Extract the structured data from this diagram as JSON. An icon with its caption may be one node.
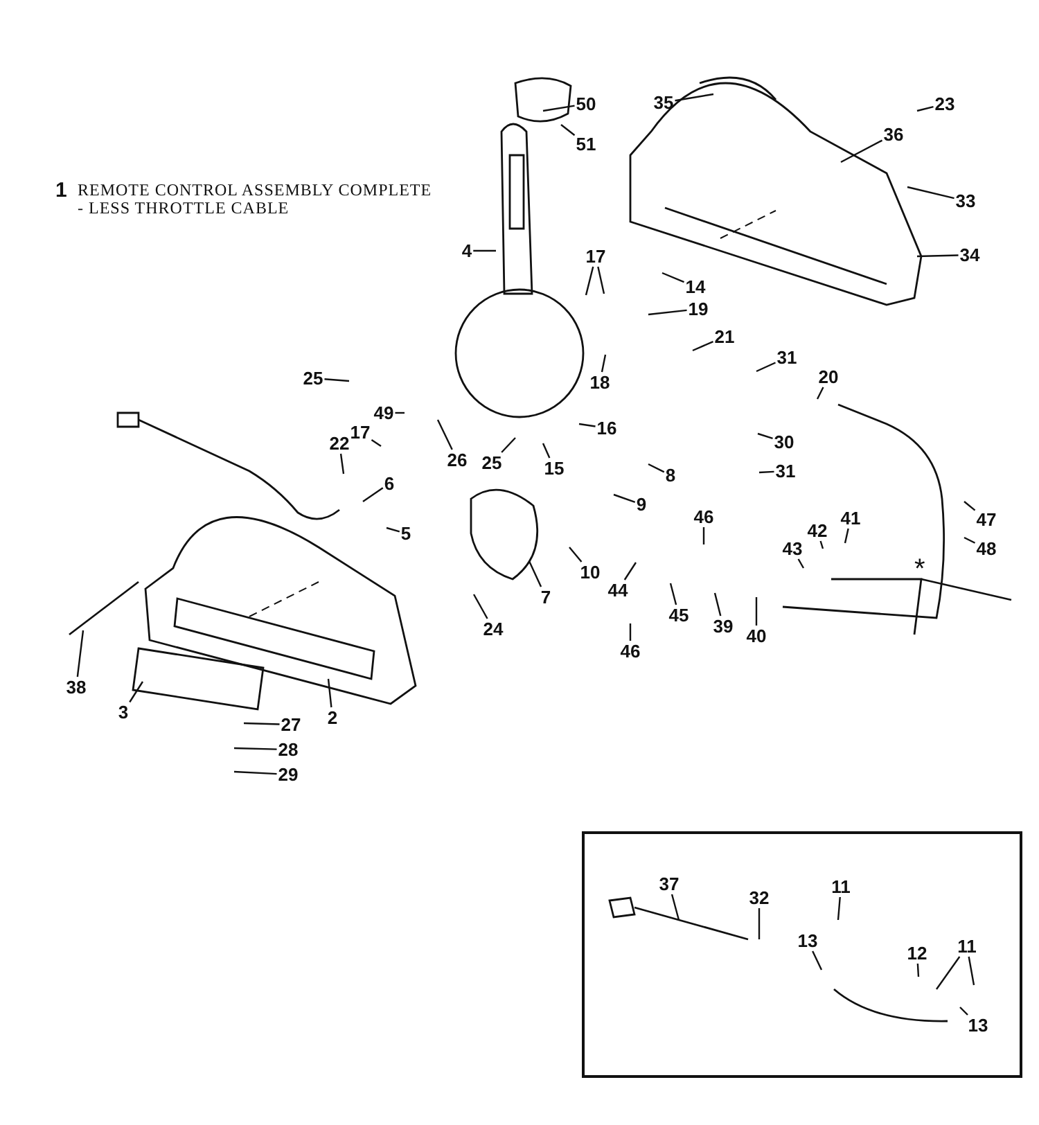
{
  "diagram": {
    "nodes": [
      {
        "text": [
          "50"
        ]
      },
      {
        "text": [
          "51"
        ]
      },
      {
        "text": [
          "35"
        ]
      },
      {
        "text": [
          "23"
        ]
      },
      {
        "text": [
          "36"
        ]
      },
      {
        "text": [
          "33"
        ]
      },
      {
        "text": [
          "34"
        ]
      },
      {
        "text": [
          "4"
        ]
      },
      {
        "text": [
          "17"
        ]
      },
      {
        "text": [
          "14"
        ]
      },
      {
        "text": [
          "19"
        ]
      },
      {
        "text": [
          "21"
        ]
      },
      {
        "text": [
          "18"
        ]
      },
      {
        "text": [
          "25"
        ]
      },
      {
        "text": [
          "49"
        ]
      },
      {
        "text": [
          "17"
        ]
      },
      {
        "text": [
          "26"
        ]
      },
      {
        "text": [
          "25"
        ]
      },
      {
        "text": [
          "16"
        ]
      },
      {
        "text": [
          "15"
        ]
      },
      {
        "text": [
          "8"
        ]
      },
      {
        "text": [
          "22"
        ]
      },
      {
        "text": [
          "6"
        ]
      },
      {
        "text": [
          "5"
        ]
      },
      {
        "text": [
          "9"
        ]
      },
      {
        "text": [
          "31"
        ]
      },
      {
        "text": [
          "20"
        ]
      },
      {
        "text": [
          "30"
        ]
      },
      {
        "text": [
          "31"
        ]
      },
      {
        "text": [
          "47"
        ]
      },
      {
        "text": [
          "48"
        ]
      },
      {
        "text": [
          "46"
        ]
      },
      {
        "text": [
          "41"
        ]
      },
      {
        "text": [
          "42"
        ]
      },
      {
        "text": [
          "43"
        ]
      },
      {
        "text": [
          "10"
        ]
      },
      {
        "text": [
          "7"
        ]
      },
      {
        "text": [
          "44"
        ]
      },
      {
        "text": [
          "46"
        ]
      },
      {
        "text": [
          "45"
        ]
      },
      {
        "text": [
          "39"
        ]
      },
      {
        "text": [
          "40"
        ]
      },
      {
        "text": [
          "24"
        ]
      },
      {
        "text": [
          "38"
        ]
      },
      {
        "text": [
          "3"
        ]
      },
      {
        "text": [
          "2"
        ]
      },
      {
        "text": [
          "27"
        ]
      },
      {
        "text": [
          "28"
        ]
      },
      {
        "text": [
          "29"
        ]
      },
      {
        "text": [],
        "shape": "box"
      },
      {
        "text": [
          "37"
        ],
        "in": 49
      },
      {
        "text": [
          "32"
        ],
        "in": 49
      },
      {
        "text": [
          "13"
        ],
        "in": 49
      },
      {
        "text": [
          "11"
        ],
        "in": 49
      },
      {
        "text": [
          "12"
        ],
        "in": 49
      },
      {
        "text": [
          "11"
        ],
        "in": 49
      },
      {
        "text": [
          "13"
        ],
        "in": 49
      }
    ],
    "edges": [
      {
        "from": 0,
        "to": null,
        "arrow": "none"
      },
      {
        "from": 1,
        "to": null,
        "arrow": "none"
      },
      {
        "from": 2,
        "to": null,
        "arrow": "none"
      },
      {
        "from": 3,
        "to": null,
        "arrow": "none"
      },
      {
        "from": 4,
        "to": null,
        "arrow": "none"
      },
      {
        "from": 5,
        "to": null,
        "arrow": "none"
      },
      {
        "from": 6,
        "to": null,
        "arrow": "none"
      },
      {
        "from": 7,
        "to": null,
        "arrow": "none"
      },
      {
        "from": 8,
        "to": null,
        "arrow": "none"
      },
      {
        "from": 8,
        "to": null,
        "arrow": "none"
      },
      {
        "from": 9,
        "to": null,
        "arrow": "none"
      },
      {
        "from": 10,
        "to": null,
        "arrow": "none"
      },
      {
        "from": 11,
        "to": null,
        "arrow": "none"
      },
      {
        "from": 12,
        "to": null,
        "arrow": "none"
      },
      {
        "from": 13,
        "to": null,
        "arrow": "none"
      },
      {
        "from": 14,
        "to": null,
        "arrow": "none"
      },
      {
        "from": 15,
        "to": null,
        "arrow": "none"
      },
      {
        "from": 16,
        "to": null,
        "arrow": "none"
      },
      {
        "from": 17,
        "to": null,
        "arrow": "none"
      },
      {
        "from": 18,
        "to": null,
        "arrow": "none"
      },
      {
        "from": 19,
        "to": null,
        "arrow": "none"
      },
      {
        "from": 20,
        "to": null,
        "arrow": "none"
      },
      {
        "from": 21,
        "to": null,
        "arrow": "none"
      },
      {
        "from": 22,
        "to": null,
        "arrow": "none"
      },
      {
        "from": 23,
        "to": null,
        "arrow": "none"
      },
      {
        "from": 24,
        "to": null,
        "arrow": "none"
      },
      {
        "from": 25,
        "to": null,
        "arrow": "none"
      },
      {
        "from": 26,
        "to": null,
        "arrow": "none"
      },
      {
        "from": 27,
        "to": null,
        "arrow": "none"
      },
      {
        "from": 28,
        "to": null,
        "arrow": "none"
      },
      {
        "from": 29,
        "to": null,
        "arrow": "none"
      },
      {
        "from": 30,
        "to": null,
        "arrow": "none"
      },
      {
        "from": 31,
        "to": null,
        "arrow": "none"
      },
      {
        "from": 32,
        "to": null,
        "arrow": "none"
      },
      {
        "from": 33,
        "to": null,
        "arrow": "none"
      },
      {
        "from": 34,
        "to": null,
        "arrow": "none"
      },
      {
        "from": 35,
        "to": null,
        "arrow": "none"
      },
      {
        "from": 36,
        "to": null,
        "arrow": "none"
      },
      {
        "from": 37,
        "to": null,
        "arrow": "none"
      },
      {
        "from": 38,
        "to": null,
        "arrow": "none"
      },
      {
        "from": 39,
        "to": null,
        "arrow": "none"
      },
      {
        "from": 40,
        "to": null,
        "arrow": "none"
      },
      {
        "from": 41,
        "to": null,
        "arrow": "none"
      },
      {
        "from": 42,
        "to": null,
        "arrow": "none"
      },
      {
        "from": 43,
        "to": null,
        "arrow": "none"
      },
      {
        "from": 44,
        "to": null,
        "arrow": "none"
      },
      {
        "from": 45,
        "to": null,
        "arrow": "none"
      },
      {
        "from": 46,
        "to": null,
        "arrow": "none"
      },
      {
        "from": 47,
        "to": null,
        "arrow": "none"
      },
      {
        "from": 48,
        "to": null,
        "arrow": "none"
      },
      {
        "from": 50,
        "to": null,
        "arrow": "none"
      },
      {
        "from": 51,
        "to": null,
        "arrow": "none"
      },
      {
        "from": 52,
        "to": null,
        "arrow": "none"
      },
      {
        "from": 53,
        "to": null,
        "arrow": "none"
      },
      {
        "from": 54,
        "to": null,
        "arrow": "none"
      },
      {
        "from": 55,
        "to": null,
        "arrow": "none"
      },
      {
        "from": 55,
        "to": null,
        "arrow": "none"
      },
      {
        "from": 56,
        "to": null,
        "arrow": "none"
      }
    ],
    "labels": [
      "1",
      "REMOTE CONTROL ASSEMBLY COMPLETE - LESS THROTTLE CABLE",
      "*"
    ]
  }
}
